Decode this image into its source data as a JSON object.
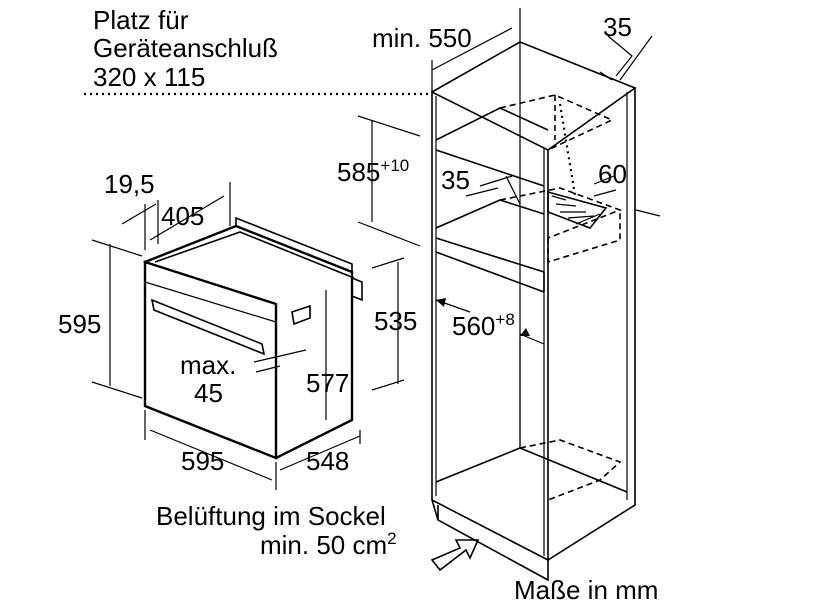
{
  "labels": {
    "connection_line1": "Platz für",
    "connection_line2": "Geräteanschluß",
    "connection_line3": "320 x 115",
    "min550": "min. 550",
    "d35_top": "35",
    "d585": "585",
    "d585_tol": "+10",
    "d35_inner": "35",
    "d60": "60",
    "d19_5": "19,5",
    "d405": "405",
    "d595_height": "595",
    "d535": "535",
    "d560": "560",
    "d560_tol": "+8",
    "max_line1": "max.",
    "max_line2": "45",
    "d577": "577",
    "d595_width": "595",
    "d548": "548",
    "ventilation_line1": "Belüftung im Sockel",
    "ventilation_line2": "min. 50 cm",
    "ventilation_sup": "2",
    "units": "Maße in mm"
  }
}
